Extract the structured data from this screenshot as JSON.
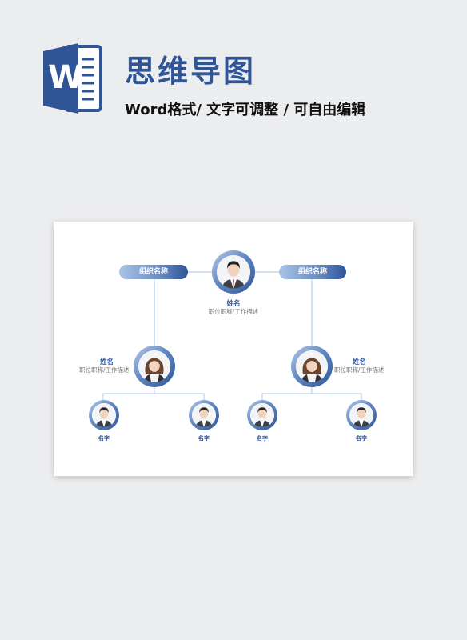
{
  "header": {
    "title": "思维导图",
    "subtitle": "Word格式/ 文字可调整 / 可自由编辑",
    "logo_letter": "W"
  },
  "colors": {
    "accent": "#2f5597",
    "pill_light": "#a9c4e4",
    "line": "#a9c4e4"
  },
  "chart": {
    "orgs": [
      {
        "label": "组织名称"
      },
      {
        "label": "组织名称"
      }
    ],
    "top": {
      "name": "姓名",
      "desc": "职位职称/工作描述",
      "avatar": "man-avatar-icon"
    },
    "mids": [
      {
        "name": "姓名",
        "desc": "职位职称/工作描述",
        "avatar": "woman-avatar-icon"
      },
      {
        "name": "姓名",
        "desc": "职位职称/工作描述",
        "avatar": "woman-avatar-icon"
      }
    ],
    "leaves": [
      {
        "name": "名字"
      },
      {
        "name": "名字"
      },
      {
        "name": "名字"
      },
      {
        "name": "名字"
      }
    ]
  }
}
